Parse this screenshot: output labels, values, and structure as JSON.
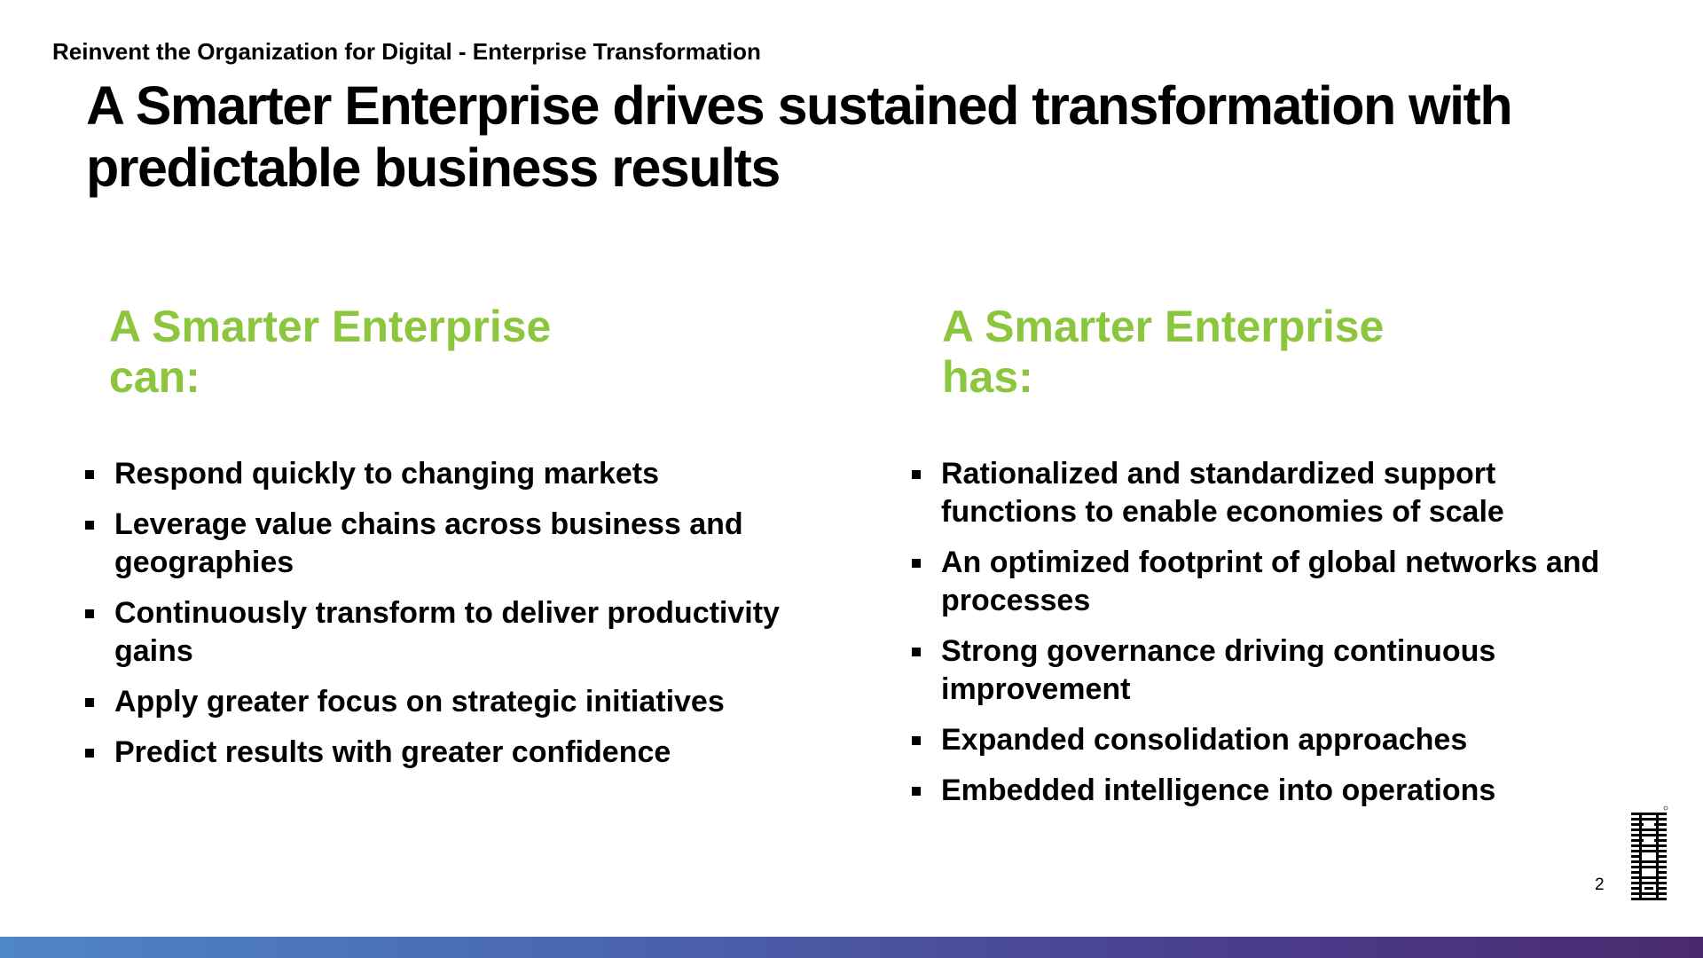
{
  "header": {
    "kicker": "Reinvent the Organization for Digital - Enterprise Transformation",
    "title": "A Smarter Enterprise drives sustained transformation with predictable business results"
  },
  "left_column": {
    "heading_line1": "A Smarter Enterprise",
    "heading_line2": "can:",
    "items": [
      "Respond quickly to changing markets",
      "Leverage value chains across business and geographies",
      "Continuously transform to deliver productivity gains",
      "Apply greater focus on strategic initiatives",
      "Predict results with greater confidence"
    ]
  },
  "right_column": {
    "heading_line1": "A Smarter Enterprise",
    "heading_line2": "has:",
    "items": [
      "Rationalized and standardized support functions to enable economies of scale",
      "An optimized footprint of global networks and processes",
      "Strong governance driving continuous improvement",
      "Expanded consolidation approaches",
      "Embedded intelligence into operations"
    ]
  },
  "footer": {
    "page_number": "2",
    "logo": "ibm-logo",
    "accent_color": "#8cc63f"
  }
}
